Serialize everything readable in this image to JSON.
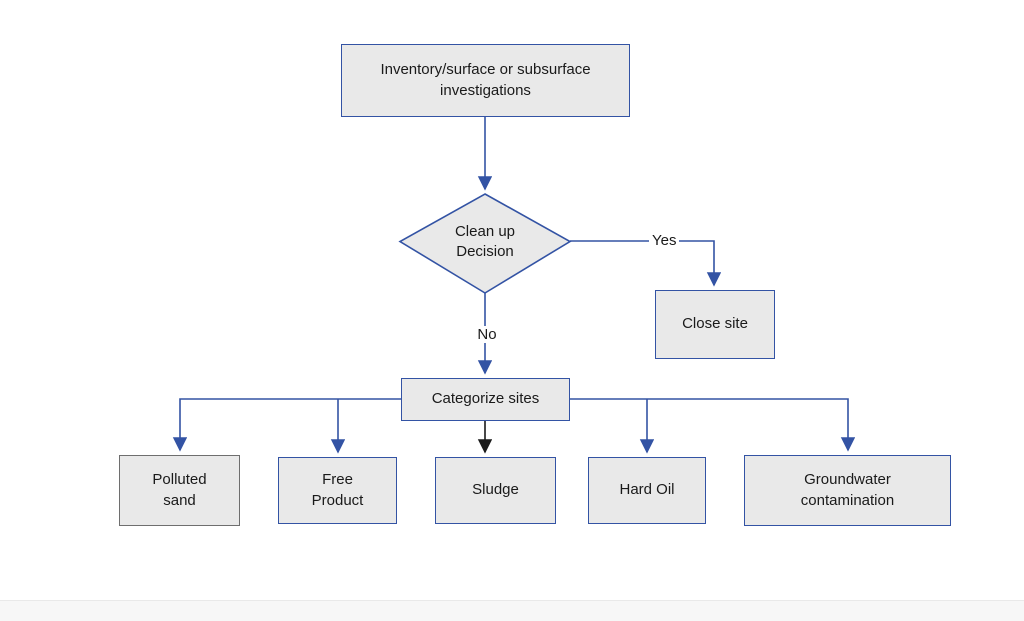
{
  "diagram": {
    "nodes": {
      "inventory": {
        "label": "Inventory/surface or subsurface investigations"
      },
      "decision": {
        "label": "Clean up Decision"
      },
      "close_site": {
        "label": "Close site"
      },
      "categorize": {
        "label": "Categorize sites"
      },
      "polluted_sand": {
        "label": "Polluted sand"
      },
      "free_product": {
        "label": "Free Product"
      },
      "sludge": {
        "label": "Sludge"
      },
      "hard_oil": {
        "label": "Hard Oil"
      },
      "groundwater": {
        "label": "Groundwater contamination"
      }
    },
    "edge_labels": {
      "yes": "Yes",
      "no": "No"
    },
    "colors": {
      "node_fill": "#e9e9e9",
      "node_border": "#3353a4",
      "connector": "#3353a4",
      "center_connector": "#1a1a1a",
      "polluted_sand_border": "#6e6e6e"
    }
  }
}
